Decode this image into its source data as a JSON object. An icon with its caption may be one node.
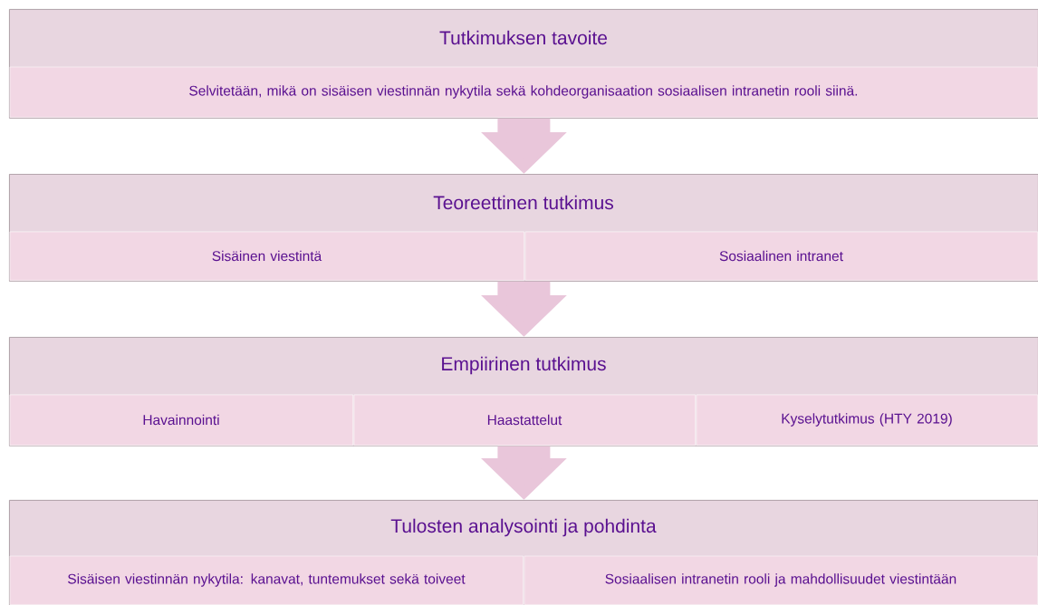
{
  "diagram": {
    "nodes": [
      {
        "text": [
          "Tutkimuksen tavoite"
        ]
      },
      {
        "text": [
          "Selvitetään, mikä on sisäisen viestinnän nykytila sekä kohdeorganisaation sosiaalisen intranetin rooli siinä."
        ],
        "in": 0
      },
      {
        "text": [
          "Teoreettinen tutkimus"
        ]
      },
      {
        "text": [
          "Sisäinen viestintä"
        ],
        "in": 2
      },
      {
        "text": [
          "Sosiaalinen intranet"
        ],
        "in": 2
      },
      {
        "text": [
          "Empiirinen tutkimus"
        ]
      },
      {
        "text": [
          "Havainnointi"
        ],
        "in": 5
      },
      {
        "text": [
          "Haastattelut"
        ],
        "in": 5
      },
      {
        "text": [
          "Kyselytutkimus (HTY 2019)"
        ],
        "in": 5
      },
      {
        "text": [
          "Tulosten analysointi ja pohdinta"
        ]
      },
      {
        "text": [
          "Sisäisen viestinnän nykytila: kanavat, tuntemukset sekä toiveet"
        ],
        "in": 9
      },
      {
        "text": [
          "Sosiaalisen intranetin rooli ja mahdollisuudet viestintään"
        ],
        "in": 9
      }
    ],
    "edges": [
      {
        "from": 0,
        "to": 2,
        "arrow": "to"
      },
      {
        "from": 2,
        "to": 5,
        "arrow": "to"
      },
      {
        "from": 5,
        "to": 9,
        "arrow": "to"
      }
    ]
  }
}
